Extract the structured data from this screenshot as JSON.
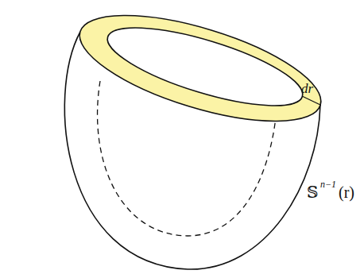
{
  "diagram": {
    "labels": [
      "dr",
      "𝕊",
      "n−1",
      "(r)"
    ]
  }
}
